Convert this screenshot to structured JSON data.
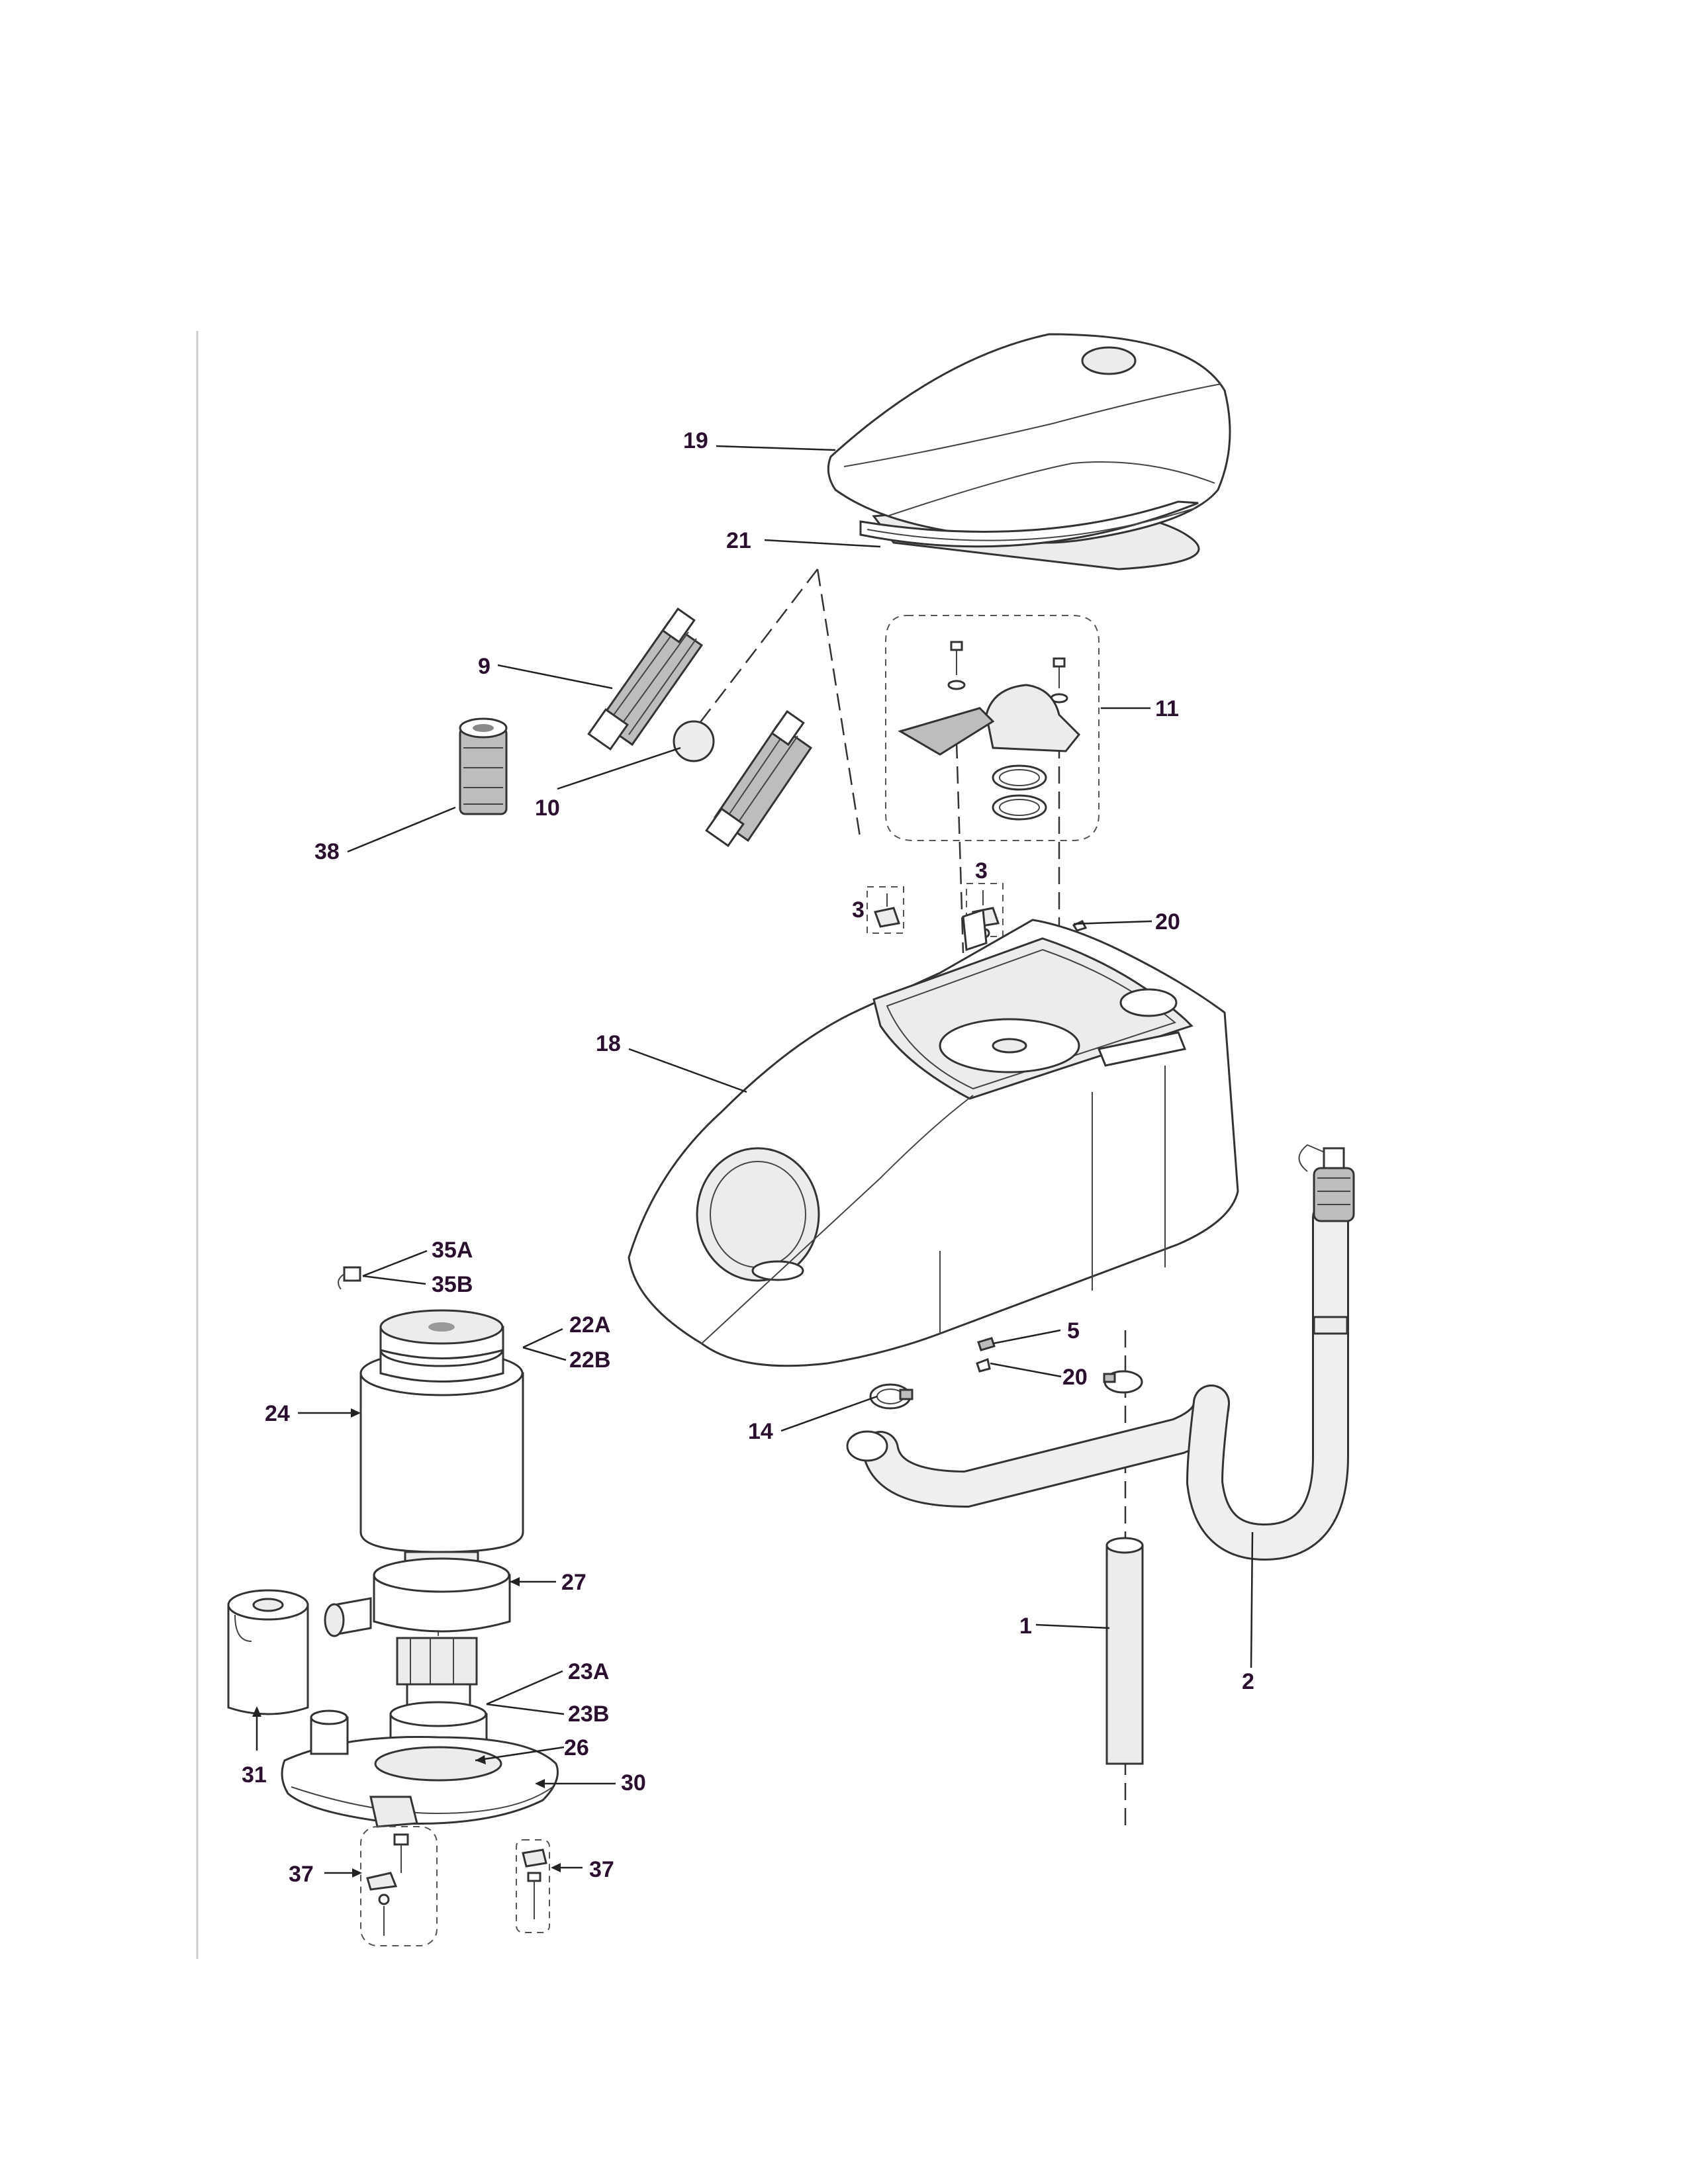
{
  "callouts": [
    "19",
    "21",
    "9",
    "10",
    "38",
    "11",
    "3",
    "3",
    "20",
    "18",
    "35A",
    "35B",
    "22A",
    "22B",
    "24",
    "5",
    "20",
    "14",
    "27",
    "1",
    "23A",
    "23B",
    "2",
    "26",
    "31",
    "30",
    "37",
    "37"
  ]
}
